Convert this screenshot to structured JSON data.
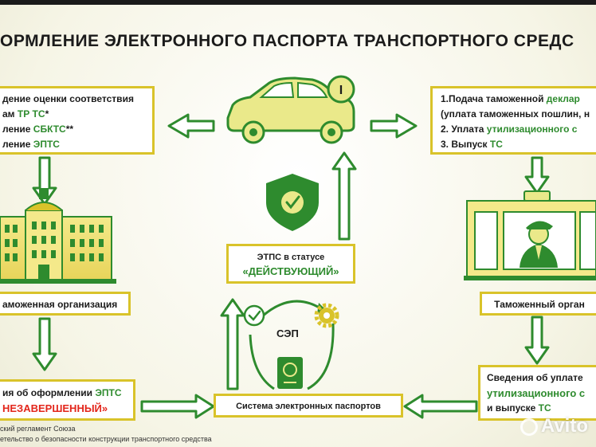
{
  "title": "ОРМЛЕНИЕ ЭЛЕКТРОННОГО ПАСПОРТА ТРАНСПОРТНОГО СРЕДС",
  "left_top_box": {
    "line1": "дение оценки соответствия",
    "line2_prefix": "ам ",
    "line2_bold": "ТР ТС",
    "line2_suffix": "*",
    "line3_prefix": "ление ",
    "line3_bold": "СБКТС",
    "line3_suffix": "**",
    "line4_prefix": "ление ",
    "line4_bold": "ЭПТС"
  },
  "right_top_box": {
    "line1_prefix": "1.Подача таможенной ",
    "line1_bold": "деклар",
    "line2": "(уплата таможенных пошлин, н",
    "line3_prefix": "2. Уплата ",
    "line3_bold": "утилизационного с",
    "line4_prefix": "3. Выпуск ",
    "line4_bold": "ТС"
  },
  "status_box": {
    "line1": "ЭТПС в статусе",
    "line2": "«ДЕЙСТВУЮЩИЙ»"
  },
  "left_org_box": {
    "label": "аможенная организация"
  },
  "customs_box": {
    "label": "Таможенный орган"
  },
  "left_bottom_box": {
    "line1_prefix": "ия об оформлении ",
    "line1_bold": "ЭПТС",
    "line2": "НЕЗАВЕРШЕННЫЙ»"
  },
  "system_box": {
    "label": "Система электронных паспортов"
  },
  "right_bottom_box": {
    "line1": "Сведения об уплате",
    "line2": "утилизационного с",
    "line3_prefix": "и выпуске ",
    "line3_bold": "ТС"
  },
  "sep_label": "СЭП",
  "car_badge": "I",
  "footnotes": {
    "line1": "ский регламент Союза",
    "line2": "етельство о безопасности конструкции транспортного средства"
  },
  "watermark": "Avito",
  "colors": {
    "accent_yellow": "#d9c32a",
    "car_fill": "#eae98a",
    "green": "#2e8b2e",
    "red": "#e3261b",
    "arrow_fill": "#ffffff",
    "arrow_stroke": "#2e8b2e"
  }
}
